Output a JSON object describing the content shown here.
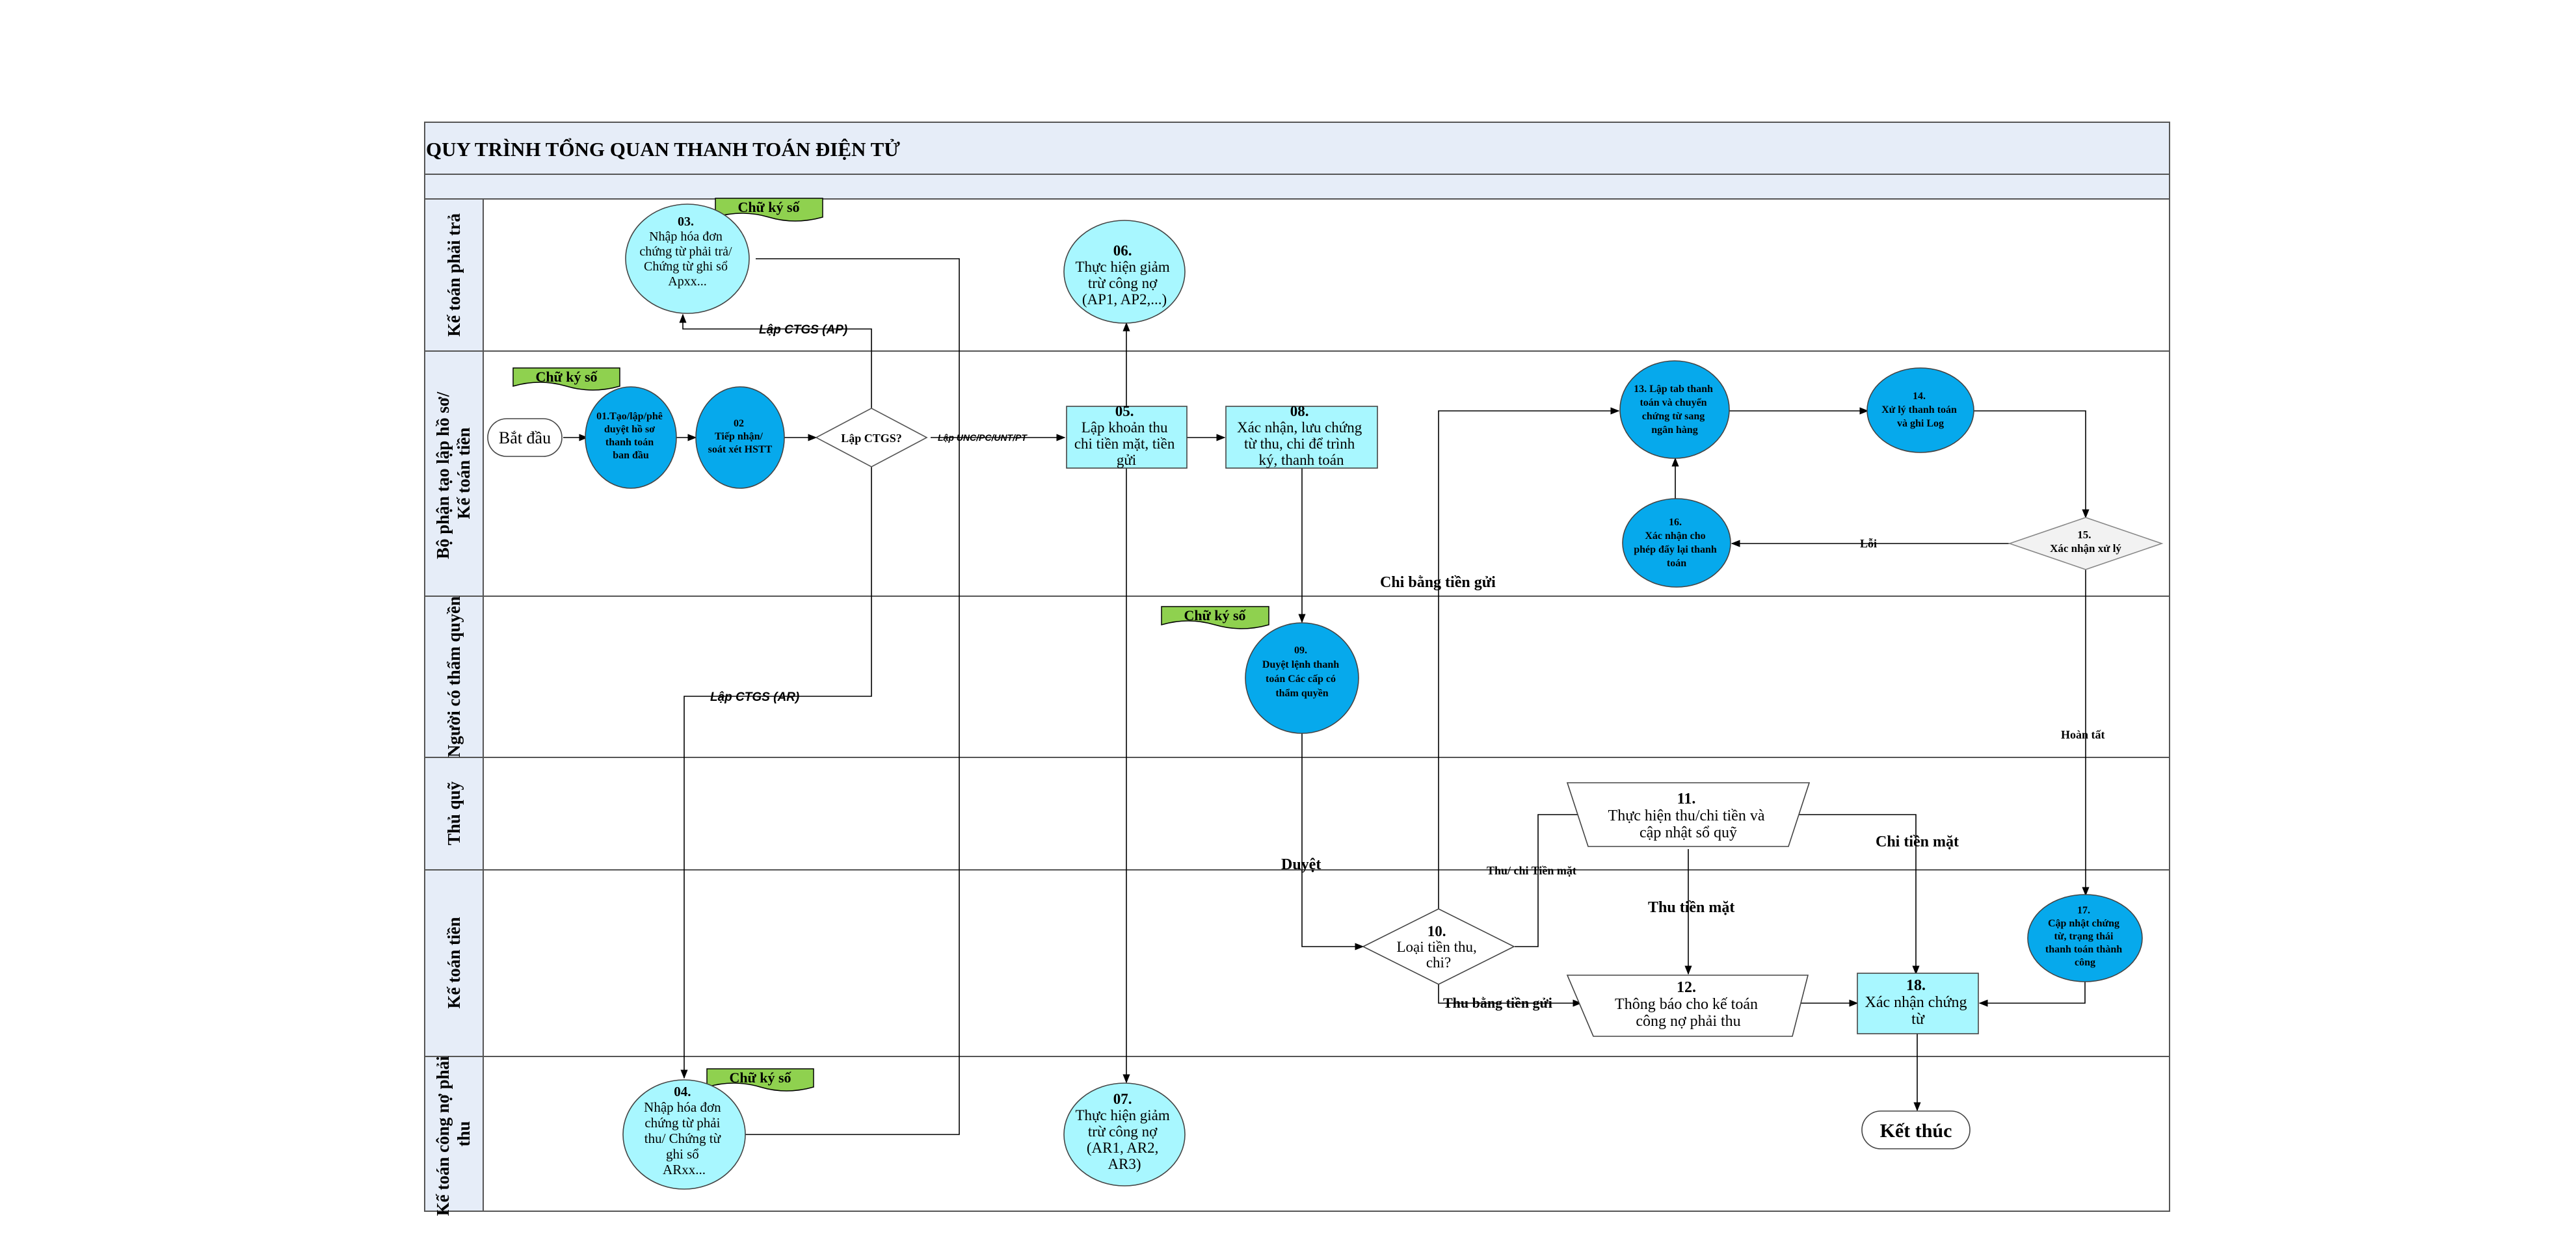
{
  "diagram": {
    "title": "QUY TRÌNH TỔNG QUAN THANH TOÁN ĐIỆN TỬ",
    "lanes": [
      {
        "id": "lane1",
        "label": [
          "Kế toán phải trả"
        ]
      },
      {
        "id": "lane2",
        "label": [
          "Bộ phận tạo lập hồ sơ/",
          "Kế toán tiền"
        ]
      },
      {
        "id": "lane3",
        "label": [
          "Người có thẩm quyền"
        ]
      },
      {
        "id": "lane4",
        "label": [
          "Thủ quỹ"
        ]
      },
      {
        "id": "lane5",
        "label": [
          "Kế toán tiền"
        ]
      },
      {
        "id": "lane6",
        "label": [
          "Kế toán công nợ phải",
          "thu"
        ]
      }
    ],
    "tags": {
      "sig_03": "Chữ ký số",
      "sig_start": "Chữ ký số",
      "sig_09": "Chữ ký số",
      "sig_04": "Chữ ký số"
    },
    "nodes": {
      "start": [
        "Bắt đầu"
      ],
      "n01": [
        "01.Tạo/lập/phê",
        "duyệt hồ sơ",
        "thanh toán",
        "ban đầu"
      ],
      "n02": [
        "02",
        "Tiếp nhận/",
        "soát xét HSTT"
      ],
      "lap_ctgs": [
        "Lập CTGS?"
      ],
      "n03": [
        "03.",
        "Nhập hóa đơn",
        "chứng từ phải trả/",
        "Chứng từ ghi sổ",
        "Apxx..."
      ],
      "n04": [
        "04.",
        "Nhập hóa đơn",
        "chứng từ phải",
        "thu/ Chứng từ",
        "ghi sổ",
        "ARxx..."
      ],
      "n05": [
        "05.",
        "Lập khoản thu",
        "chi tiền mặt, tiền",
        "gửi"
      ],
      "n06": [
        "06.",
        "Thực hiện giảm",
        "trừ công nợ",
        "(AP1, AP2,...)"
      ],
      "n07": [
        "07.",
        "Thực hiện giảm",
        "trừ công nợ",
        "(AR1, AR2,",
        "AR3)"
      ],
      "n08": [
        "08.",
        "Xác nhận, lưu chứng",
        "từ thu, chi để trình",
        "ký, thanh toán"
      ],
      "n09": [
        "09.",
        "Duyệt lệnh thanh",
        "toán Các cấp có",
        "thẩm quyền"
      ],
      "n10": [
        "10.",
        "Loại tiền thu,",
        "chi?"
      ],
      "n11": [
        "11.",
        "Thực hiện thu/chi tiền và",
        "cập nhật sổ quỹ"
      ],
      "n12": [
        "12.",
        "Thông báo cho kế toán",
        "công nợ phải thu"
      ],
      "n13": [
        "13. Lập tab thanh",
        "toán và chuyển",
        "chứng từ sang",
        "ngân hàng"
      ],
      "n14": [
        "14.",
        "Xử lý thanh toán",
        "và ghi Log"
      ],
      "n15": [
        "15.",
        "Xác nhận xử lý"
      ],
      "n16": [
        "16.",
        "Xác nhận cho",
        "phép đẩy lại thanh",
        "toán"
      ],
      "n17": [
        "17.",
        "Cập nhật chứng",
        "từ, trạng thái",
        "thanh toán thành",
        "công"
      ],
      "n18": [
        "18.",
        "Xác nhận chứng",
        "từ"
      ],
      "end": [
        "Kết thúc"
      ]
    },
    "edge_labels": {
      "lap_ctgs_ap": "Lập CTGS (AP)",
      "lap_ctgs_ar": "Lập CTGS (AR)",
      "lap_unc": "Lập UNC/PC/UNT/PT",
      "chi_bang_tien_gui": "Chi bằng tiền gửi",
      "loi": "Lỗi",
      "hoan_tat": "Hoàn tất",
      "duyet": "Duyệt",
      "thu_chi_tien_mat": "Thu/ chi Tiền mặt",
      "thu_tien_mat": "Thu tiền mặt",
      "chi_tien_mat": "Chi tiền mặt",
      "thu_bang_tien_gui": "Thu bằng tiền gửi"
    },
    "colors": {
      "frame_fill": "#e6edf8",
      "border": "#555555",
      "light_circle": "#a8f7ff",
      "dark_circle": "#06a9ec",
      "rect_fill": "#a8f7ff",
      "tag_fill": "#8fd14f",
      "diamond_fill": "#f2f2f2"
    }
  }
}
